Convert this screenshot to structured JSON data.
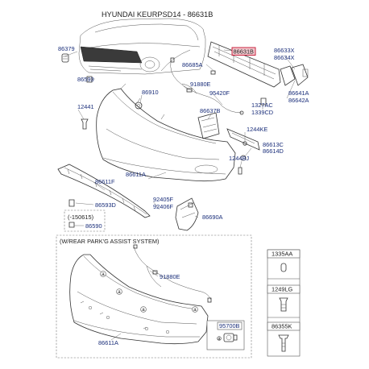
{
  "header": {
    "title": "HYUNDAI KEURPSD14 - 86631B"
  },
  "callouts": {
    "p86379": "86379",
    "p86593": "86593",
    "p12441": "12441",
    "p86910": "86910",
    "p86631B": "86631B",
    "p86633X": "86633X",
    "p86634X": "86634X",
    "p86685A": "86685A",
    "p91880E_top": "91880E",
    "p95420F": "95420F",
    "p1327AC": "1327AC",
    "p1339CD": "1339CD",
    "p86641A": "86641A",
    "p86642A": "86642A",
    "p86637B": "86637B",
    "p1244KE": "1244KE",
    "p86613C": "86613C",
    "p86614D": "86614D",
    "p1244BJ": "1244BJ",
    "p86611A_top": "86611A",
    "p86611F": "86611F",
    "p92405F": "92405F",
    "p92406F": "92406F",
    "p86593D": "86593D",
    "p86690A": "86690A",
    "p86590": "86590",
    "p91880E_bot": "91880E",
    "p95700B": "95700B",
    "p86611A_bot": "86611A"
  },
  "notes": {
    "date_range": "(-150615)",
    "rear_assist": "(W/REAR PARK'G ASSIST SYSTEM)",
    "marker": "a"
  },
  "legend": {
    "items": [
      {
        "code": "1335AA"
      },
      {
        "code": "1249LG"
      },
      {
        "code": "86355K"
      }
    ]
  },
  "highlight_color": "#f3c9cf",
  "highlight_border": "#c4122f",
  "label_color": "#1a2e7a"
}
